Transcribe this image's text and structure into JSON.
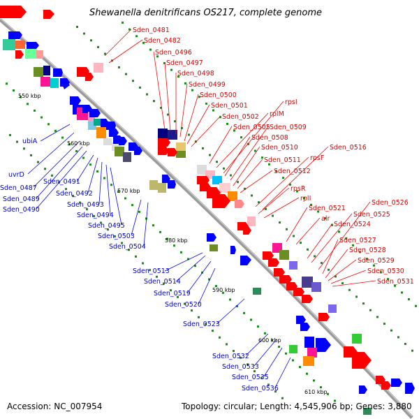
{
  "title": "Shewanella denitrificans OS217, complete genome",
  "footer": {
    "accession": "Accession: NC_007954",
    "topology": "Topology: circular; Length: 4,545,906 bp; Genes: 3,880"
  },
  "colors": {
    "forward": "#ff0000",
    "reverse": "#0000ff",
    "backbone": "#888888",
    "ticks": "#1a8a1a"
  },
  "scale_labels": [
    "550 kbp",
    "560 kbp",
    "570 kbp",
    "580 kbp",
    "590 kbp",
    "600 kbp",
    "610 kbp"
  ],
  "forward_labels": [
    "Sden_0481",
    "Sden_0482",
    "Sden_0496",
    "Sden_0497",
    "Sden_0498",
    "Sden_0499",
    "Sden_0500",
    "Sden_0501",
    "Sden_0502",
    "Sden_0505",
    "rplM",
    "rpsI",
    "Sden_0508",
    "Sden_0509",
    "Sden_0510",
    "Sden_0511",
    "Sden_0512",
    "rpsF",
    "Sden_0516",
    "rpsR",
    "rplI",
    "Sden_0521",
    "alr",
    "Sden_0524",
    "Sden_0525",
    "Sden_0526",
    "Sden_0527",
    "Sden_0528",
    "Sden_0529",
    "Sden_0530",
    "Sden_0531"
  ],
  "reverse_labels": [
    "ubiA",
    "uvrD",
    "Sden_0487",
    "Sden_0489",
    "Sden_0490",
    "Sden_0491",
    "Sden_0492",
    "Sden_0493",
    "Sden_0494",
    "Sden_0495",
    "Sden_0503",
    "Sden_0504",
    "Sden_0513",
    "Sden_0514",
    "Sden_0519",
    "Sden_0520",
    "Sden_0523",
    "Sden_0532",
    "Sden_0533",
    "Sden_0535",
    "Sden_0536"
  ]
}
